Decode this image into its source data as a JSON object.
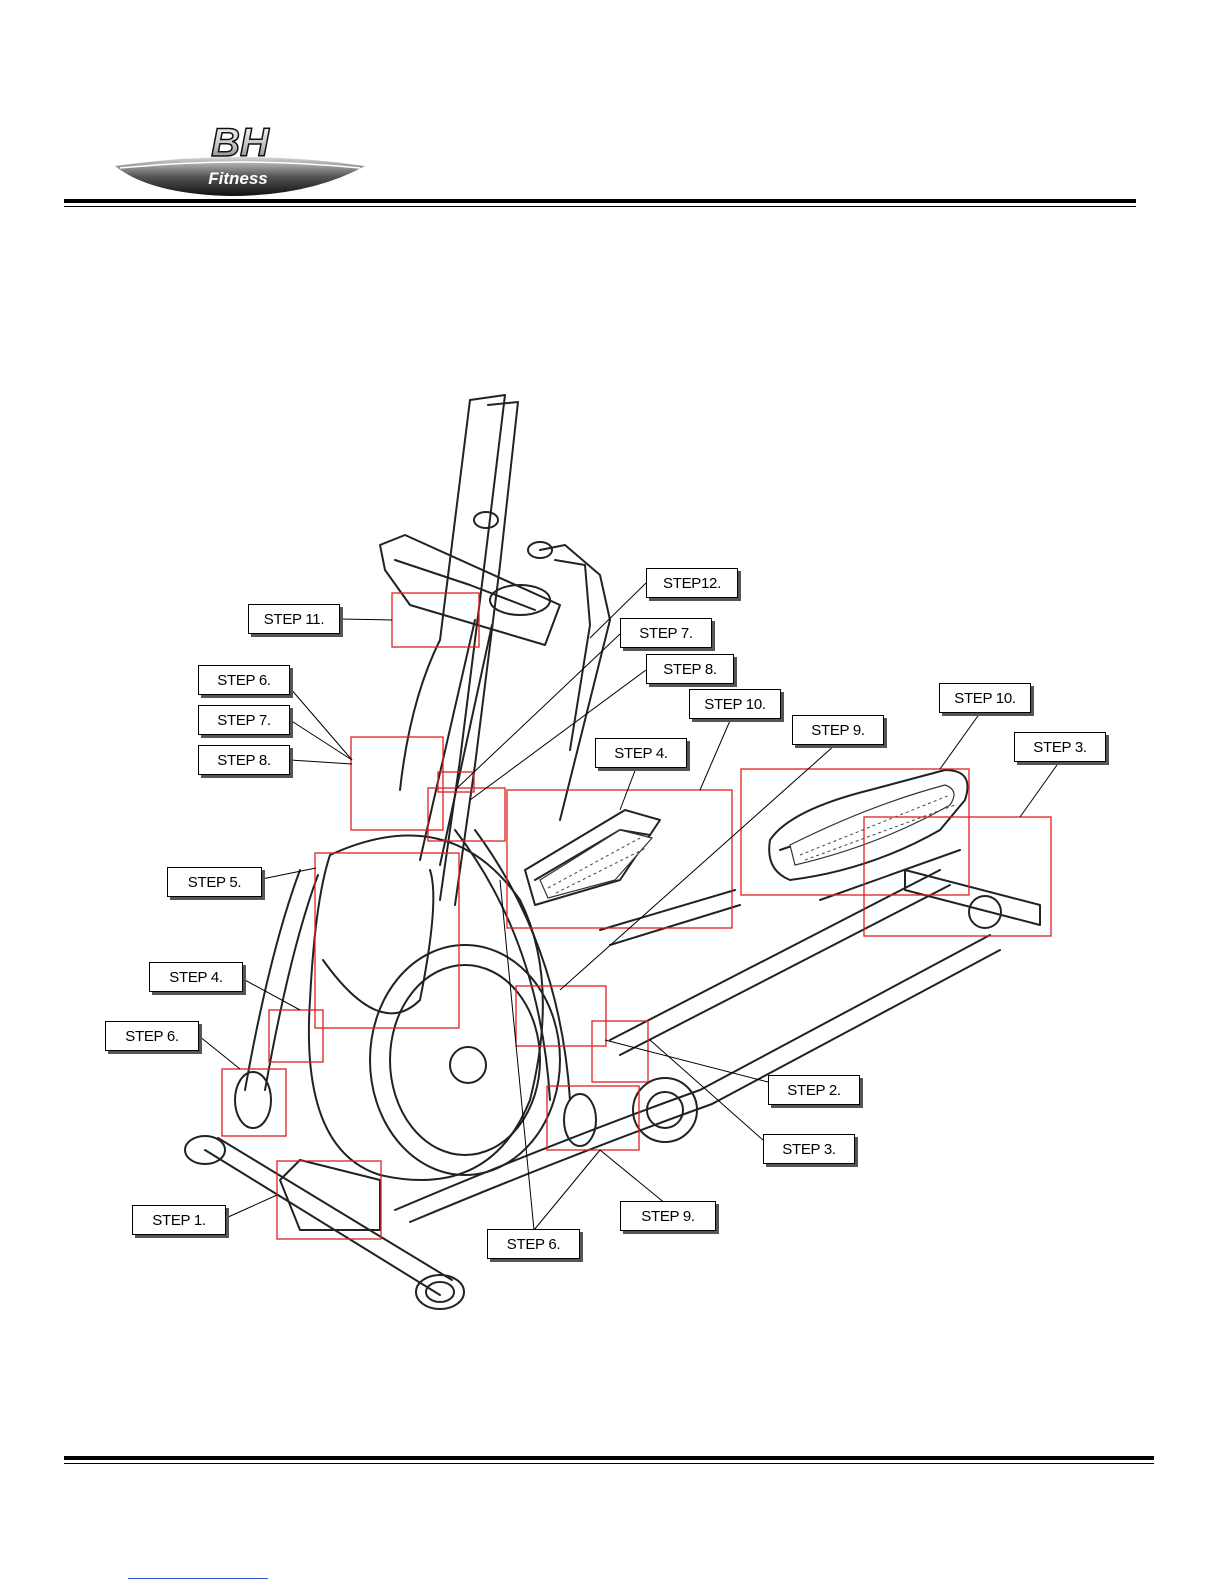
{
  "logo": {
    "brand": "BH",
    "sub": "Fitness"
  },
  "labels": [
    {
      "id": "step12",
      "text": "STEP12."
    },
    {
      "id": "step7-top",
      "text": "STEP 7."
    },
    {
      "id": "step11",
      "text": "STEP 11."
    },
    {
      "id": "step8-top",
      "text": "STEP 8."
    },
    {
      "id": "step6-left",
      "text": "STEP 6."
    },
    {
      "id": "step10-mid",
      "text": "STEP 10."
    },
    {
      "id": "step10-right",
      "text": "STEP 10."
    },
    {
      "id": "step7-left",
      "text": "STEP 7."
    },
    {
      "id": "step9-top",
      "text": "STEP 9."
    },
    {
      "id": "step3-right",
      "text": "STEP 3."
    },
    {
      "id": "step4-mid",
      "text": "STEP 4."
    },
    {
      "id": "step8-left",
      "text": "STEP 8."
    },
    {
      "id": "step5",
      "text": "STEP 5."
    },
    {
      "id": "step4-left",
      "text": "STEP 4."
    },
    {
      "id": "step6-far",
      "text": "STEP 6."
    },
    {
      "id": "step2",
      "text": "STEP 2."
    },
    {
      "id": "step3-low",
      "text": "STEP 3."
    },
    {
      "id": "step1",
      "text": "STEP 1."
    },
    {
      "id": "step9-low",
      "text": "STEP 9."
    },
    {
      "id": "step6-bottom",
      "text": "STEP 6."
    }
  ],
  "colors": {
    "highlight": "#e02020",
    "ink": "#222222"
  }
}
